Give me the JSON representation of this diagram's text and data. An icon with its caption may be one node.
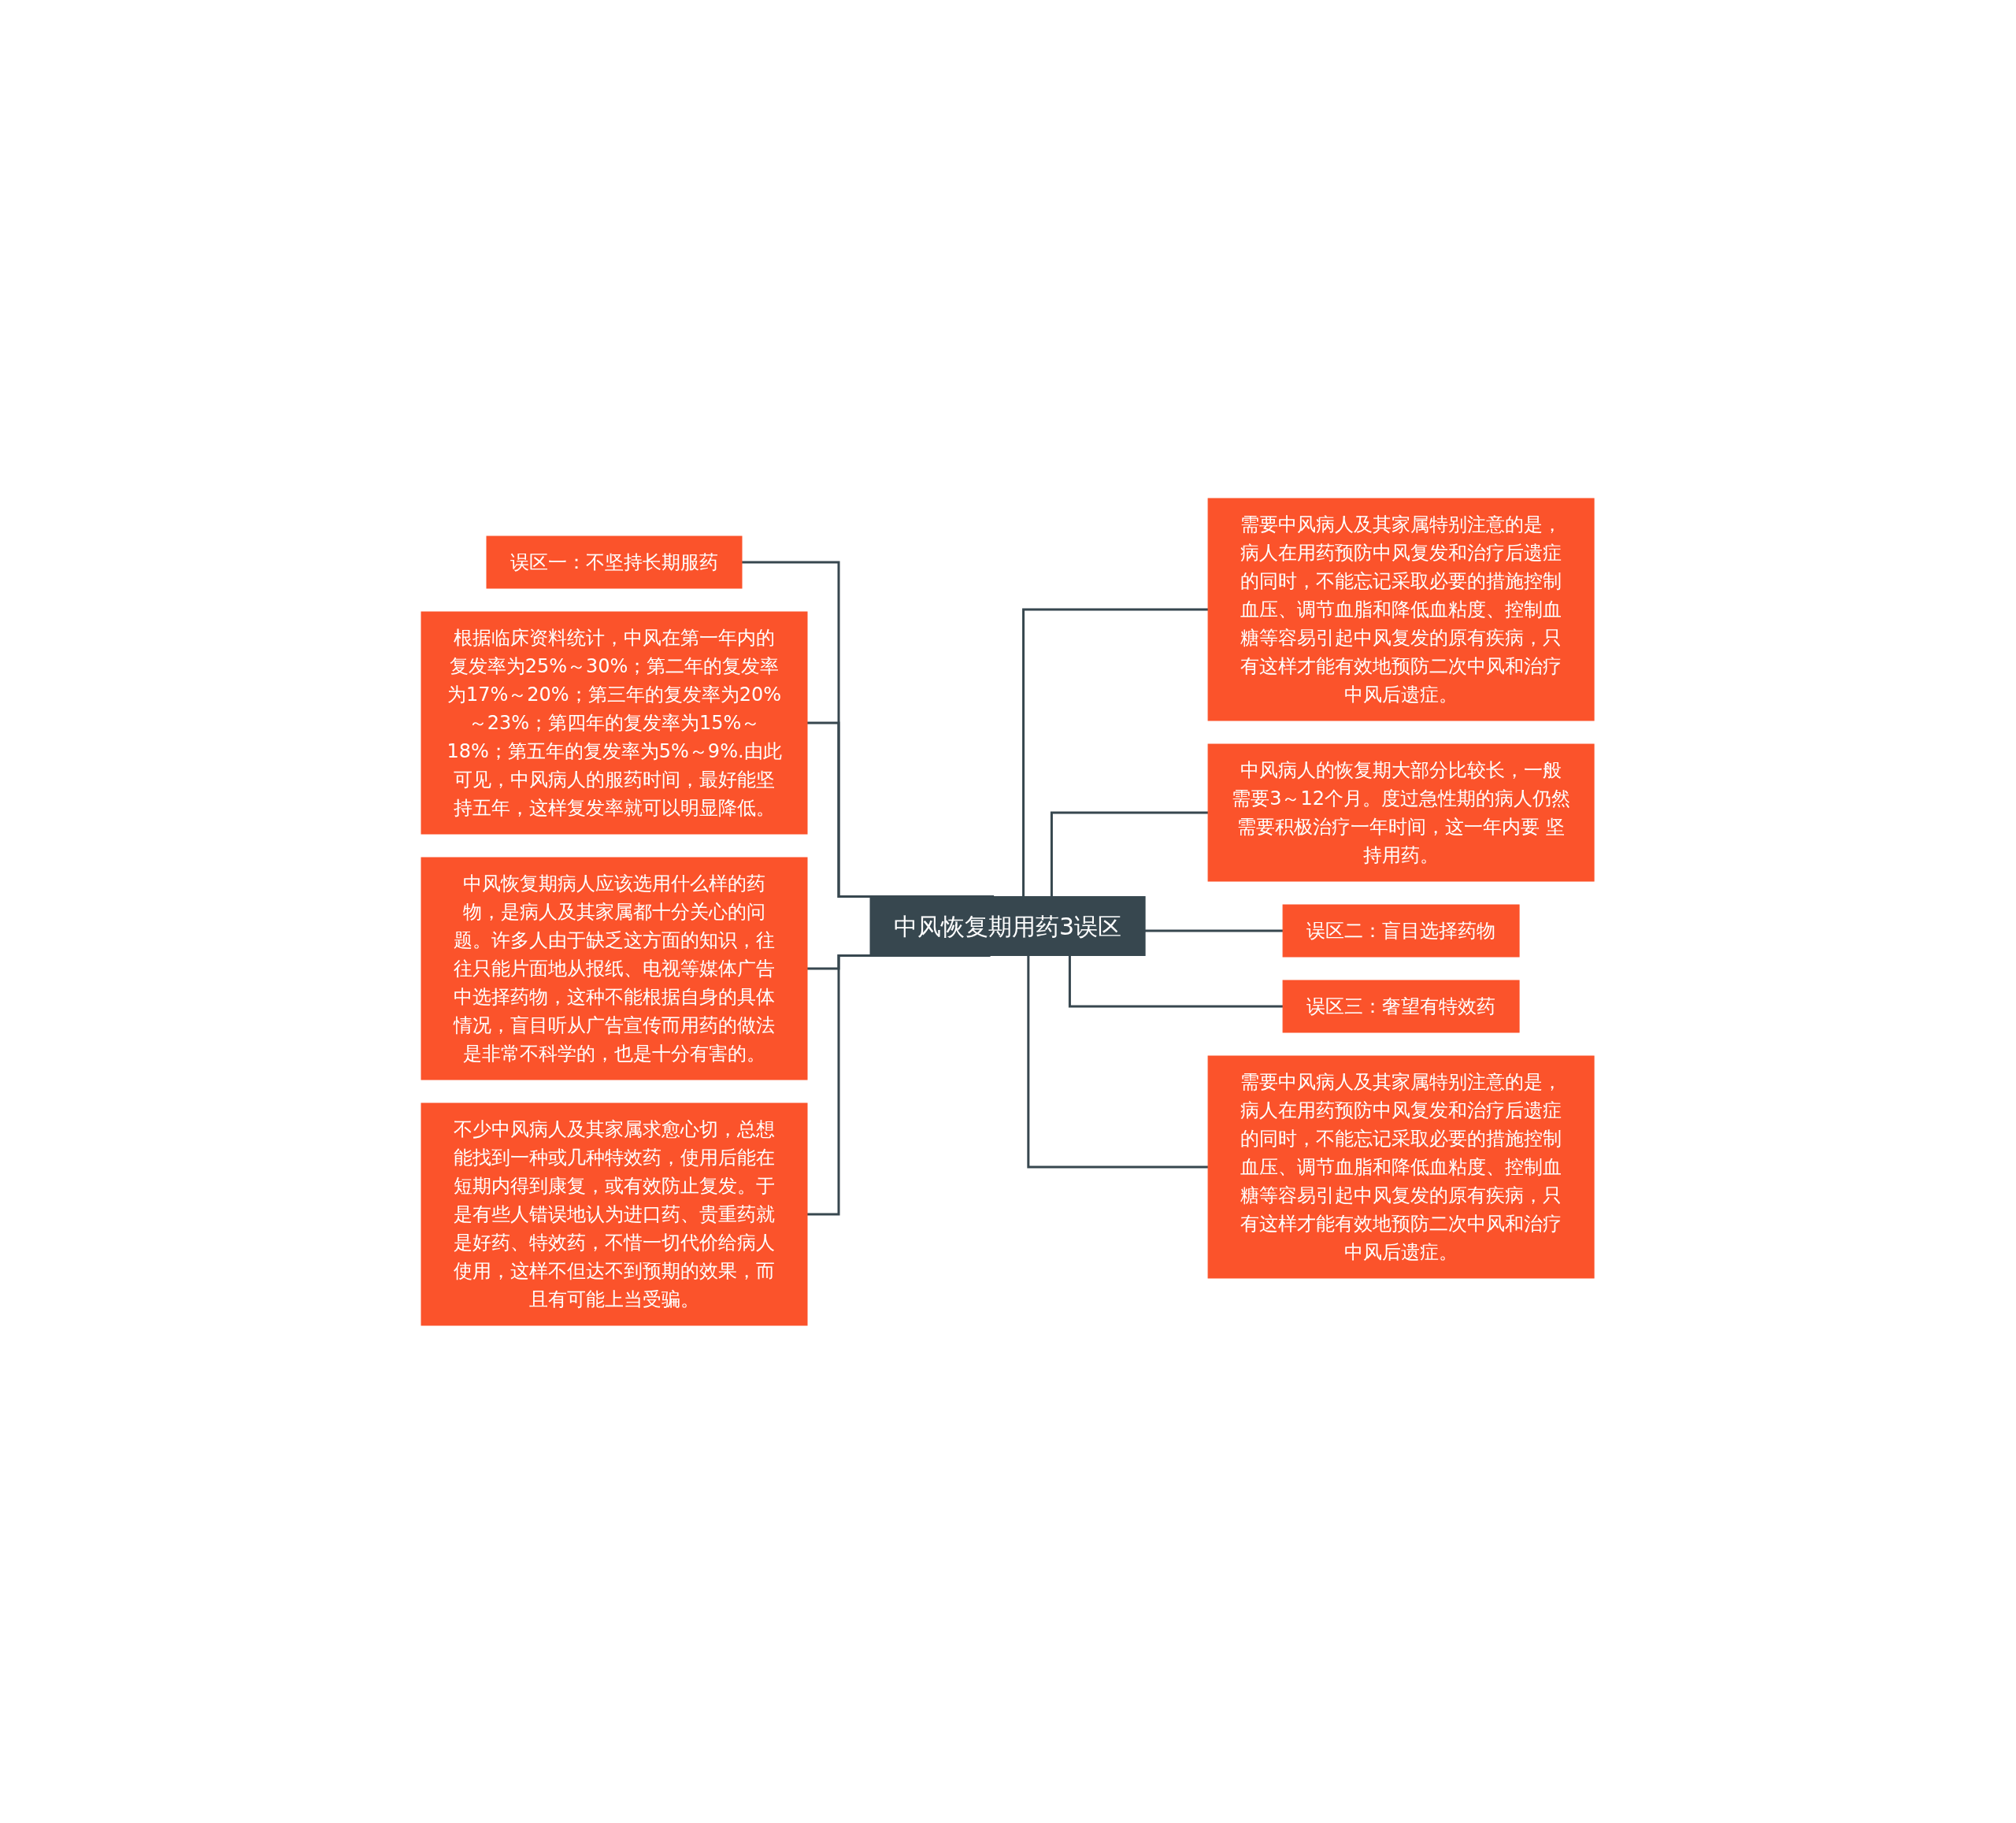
{
  "diagram": {
    "nodes": [
      {
        "text": [
          "中风恢复期用药3误区"
        ]
      },
      {
        "text": [
          "误区一：不坚持长期服药"
        ]
      },
      {
        "text": [
          "根据临床资料统计，中风在第一年内的复发率为25%～30%；第二年的复发率为17%～20%；第三年的复发率为20%～23%；第四年的复发率为15%～18%；第五年的复发率为5%～9%.由此可见，中风病人的服药时间，最好能坚持五年，这样复发率就可以明显降低。"
        ]
      },
      {
        "text": [
          "中风恢复期病人应该选用什么样的药物，是病人及其家属都十分关心的问题。许多人由于缺乏这方面的知识，往往只能片面地从报纸、电视等媒体广告中选择药物，这种不能根据自身的具体情况，盲目听从广告宣传而用药的做法是非常不科学的，也是十分有害的。"
        ]
      },
      {
        "text": [
          "不少中风病人及其家属求愈心切，总想能找到一种或几种特效药，使用后能在短期内得到康复，或有效防止复发。于是有些人错误地认为进口药、贵重药就是好药、特效药，不惜一切代价给病人使用，这样不但达不到预期的效果，而且有可能上当受骗。"
        ]
      },
      {
        "text": [
          "需要中风病人及其家属特别注意的是，病人在用药预防中风复发和治疗后遗症的同时，不能忘记采取必要的措施控制血压、调节血脂和降低血粘度、控制血糖等容易引起中风复发的原有疾病，只有这样才能有效地预防二次中风和治疗中风后遗症。"
        ]
      },
      {
        "text": [
          "中风病人的恢复期大部分比较长，一般需要3～12个月。度过急性期的病人仍然需要积极治疗一年时间，这一年内要 坚持用药。"
        ]
      },
      {
        "text": [
          "误区二：盲目选择药物"
        ]
      },
      {
        "text": [
          "误区三：奢望有特效药"
        ]
      },
      {
        "text": [
          "需要中风病人及其家属特别注意的是，病人在用药预防中风复发和治疗后遗症的同时，不能忘记采取必要的措施控制血压、调节血脂和降低血粘度、控制血糖等容易引起中风复发的原有疾病，只有这样才能有效地预防二次中风和治疗中风后遗症。"
        ]
      }
    ],
    "edges": [
      {
        "from": 1,
        "to": 0,
        "arrow": "none"
      },
      {
        "from": 2,
        "to": 0,
        "arrow": "none"
      },
      {
        "from": 3,
        "to": 0,
        "arrow": "none"
      },
      {
        "from": 4,
        "to": 0,
        "arrow": "none"
      },
      {
        "from": 0,
        "to": 5,
        "arrow": "none"
      },
      {
        "from": 0,
        "to": 6,
        "arrow": "none"
      },
      {
        "from": 0,
        "to": 7,
        "arrow": "none"
      },
      {
        "from": 0,
        "to": 8,
        "arrow": "none"
      },
      {
        "from": 0,
        "to": 9,
        "arrow": "none"
      }
    ]
  }
}
